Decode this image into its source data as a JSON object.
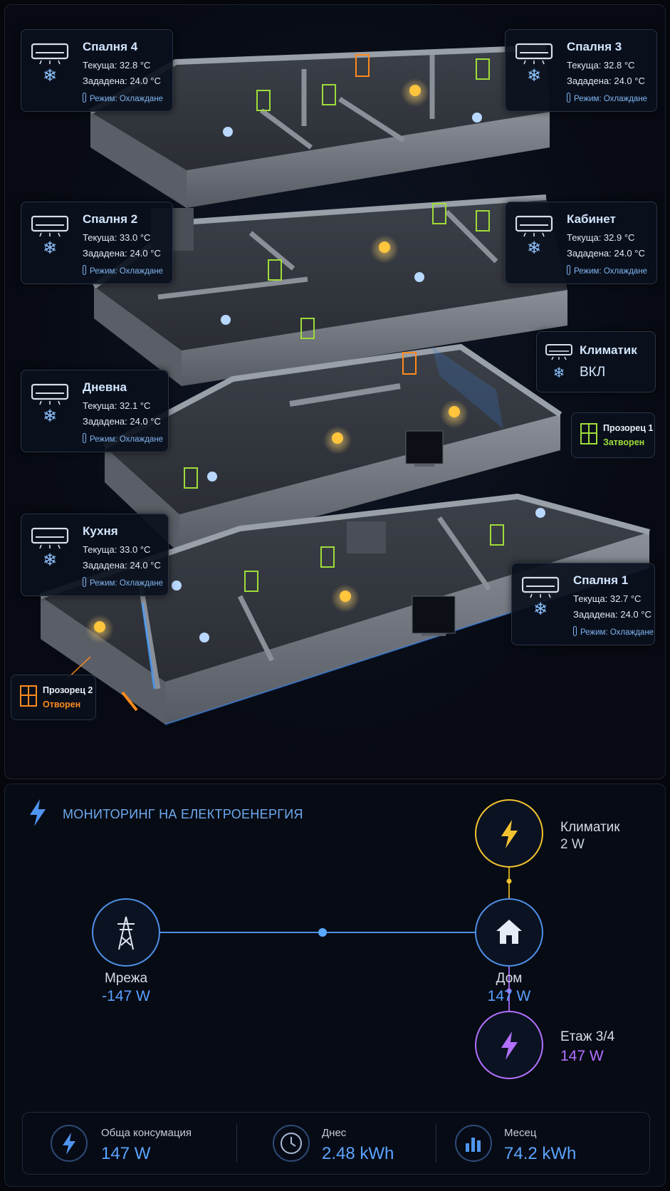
{
  "rooms": [
    {
      "name": "Спалня 4",
      "current": "Текуща: 32.8 °C",
      "target": "Зададена: 24.0 °C",
      "mode": "Режим: Охлаждане"
    },
    {
      "name": "Спалня 3",
      "current": "Текуща: 32.8 °C",
      "target": "Зададена: 24.0 °C",
      "mode": "Режим: Охлаждане"
    },
    {
      "name": "Спалня 2",
      "current": "Текуща: 33.0 °C",
      "target": "Зададена: 24.0 °C",
      "mode": "Режим: Охлаждане"
    },
    {
      "name": "Кабинет",
      "current": "Текуща: 32.9 °C",
      "target": "Зададена: 24.0 °C",
      "mode": "Режим: Охлаждане"
    },
    {
      "name": "Дневна",
      "current": "Текуща: 32.1 °C",
      "target": "Зададена: 24.0 °C",
      "mode": "Режим: Охлаждане"
    },
    {
      "name": "Кухня",
      "current": "Текуща: 33.0 °C",
      "target": "Зададена: 24.0 °C",
      "mode": "Режим: Охлаждане"
    },
    {
      "name": "Спалня 1",
      "current": "Текуща: 32.7 °C",
      "target": "Зададена: 24.0 °C",
      "mode": "Режим: Охлаждане"
    }
  ],
  "climate": {
    "name": "Климатик",
    "state": "ВКЛ"
  },
  "windows": [
    {
      "name": "Прозорец 1",
      "state": "Затворен",
      "color": "#9fdc3a"
    },
    {
      "name": "Прозорец 2",
      "state": "Отворен",
      "color": "#ff8a1e"
    }
  ],
  "energy": {
    "title": "МОНИТОРИНГ НА ЕЛЕКТРОЕНЕРГИЯ",
    "grid": {
      "label": "Мрежа",
      "value": "-147 W"
    },
    "home": {
      "label": "Дом",
      "value": "147 W"
    },
    "ac": {
      "label": "Климатик",
      "value": "2 W"
    },
    "floor": {
      "label": "Етаж 3/4",
      "value": "147 W"
    },
    "stats": [
      {
        "label": "Обща консумация",
        "value": "147 W",
        "icon": "lightning-icon"
      },
      {
        "label": "Днес",
        "value": "2.48 kWh",
        "icon": "clock-icon"
      },
      {
        "label": "Месец",
        "value": "74.2 kWh",
        "icon": "bar-chart-icon"
      }
    ]
  },
  "colors": {
    "accent": "#5aa0ff",
    "ac_node": "#f2c230",
    "floor_node": "#b370ff",
    "closed": "#9fdc3a",
    "open": "#ff8a1e"
  }
}
